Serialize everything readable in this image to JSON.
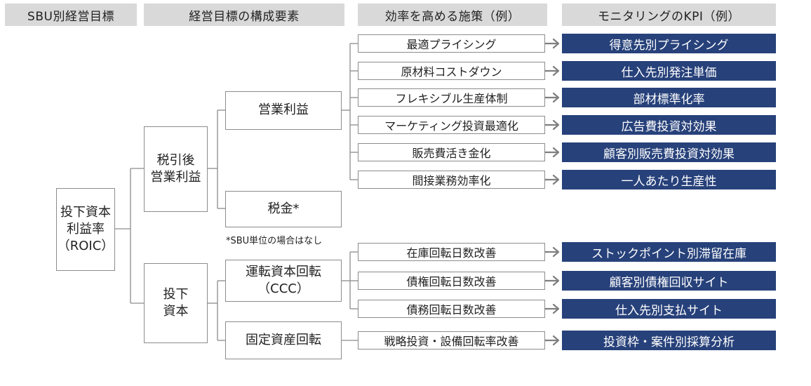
{
  "headers": {
    "sbu_goal": "SBU別経営目標",
    "components": "経営目標の構成要素",
    "measures": "効率を高める施策（例）",
    "kpis": "モニタリングのKPI（例）"
  },
  "nodes": {
    "roic": "投下資本\n利益率\n（ROIC）",
    "nopat": "税引後\n営業利益",
    "invested_capital": "投下\n資本",
    "operating_profit": "営業利益",
    "tax": "税金*",
    "working_capital_turnover": "運転資本回転\n（CCC）",
    "fixed_asset_turnover": "固定資産回転"
  },
  "tax_note": "*SBU単位の場合はなし",
  "rows": [
    {
      "measure": "最適プライシング",
      "kpi": "得意先別プライシング"
    },
    {
      "measure": "原材料コストダウン",
      "kpi": "仕入先別発注単価"
    },
    {
      "measure": "フレキシブル生産体制",
      "kpi": "部材標準化率"
    },
    {
      "measure": "マーケティング投資最適化",
      "kpi": "広告費投資対効果"
    },
    {
      "measure": "販売費活き金化",
      "kpi": "顧客別販売費投資対効果"
    },
    {
      "measure": "間接業務効率化",
      "kpi": "一人あたり生産性"
    },
    {
      "measure": "在庫回転日数改善",
      "kpi": "ストックポイント別滞留在庫"
    },
    {
      "measure": "債権回転日数改善",
      "kpi": "顧客別債権回収サイト"
    },
    {
      "measure": "債務回転日数改善",
      "kpi": "仕入先別支払サイト"
    },
    {
      "measure": "戦略投資・設備回転率改善",
      "kpi": "投資枠・案件別採算分析"
    }
  ],
  "colors": {
    "kpi_fill": "#27417a",
    "header_fill": "#d9d9d9",
    "line": "#8c8c8c",
    "arrow": "#7f7f7f"
  }
}
